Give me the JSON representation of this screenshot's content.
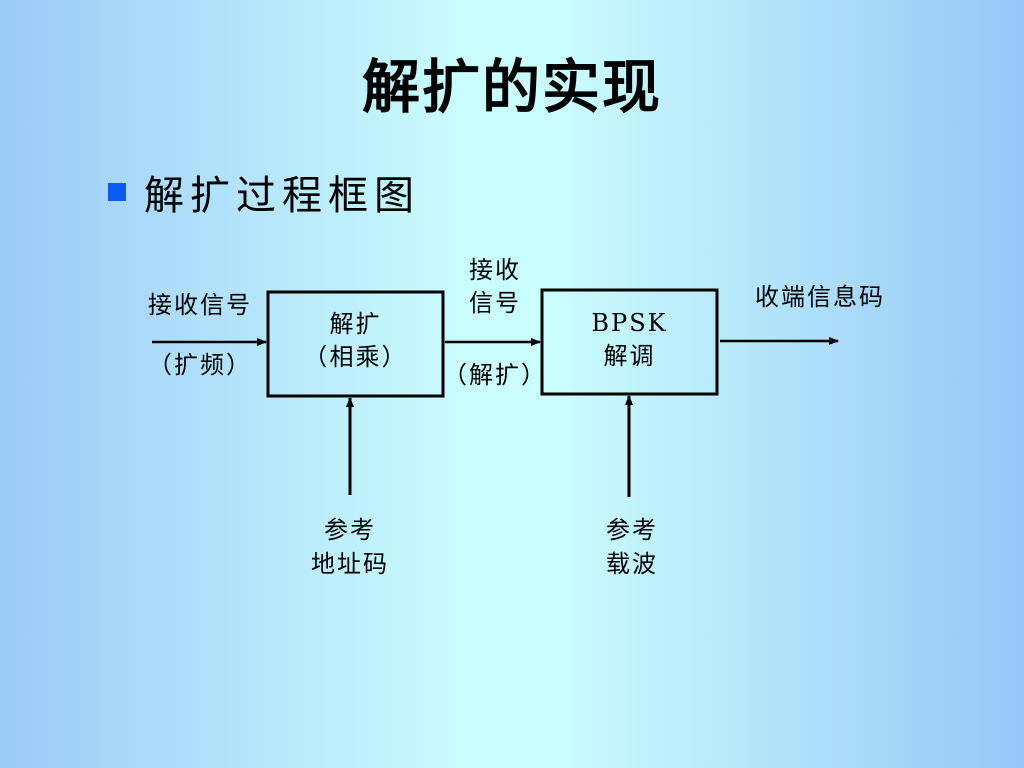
{
  "title": "解扩的实现",
  "bullet": {
    "text": "解扩过程框图"
  },
  "diagram": {
    "input_label_1": "接收信号",
    "input_label_2": "（扩频）",
    "block1_line1": "解扩",
    "block1_line2": "（相乘）",
    "mid_label_1": "接收",
    "mid_label_2": "信号",
    "mid_label_3": "（解扩）",
    "block2_line1": "BPSK",
    "block2_line2": "解调",
    "output_label": "收端信息码",
    "ref1_line1": "参考",
    "ref1_line2": "地址码",
    "ref2_line1": "参考",
    "ref2_line2": "载波"
  },
  "colors": {
    "bullet": "#0a5cf0",
    "background_edge": "#9ccaf7",
    "background_center": "#c9fcfd"
  }
}
